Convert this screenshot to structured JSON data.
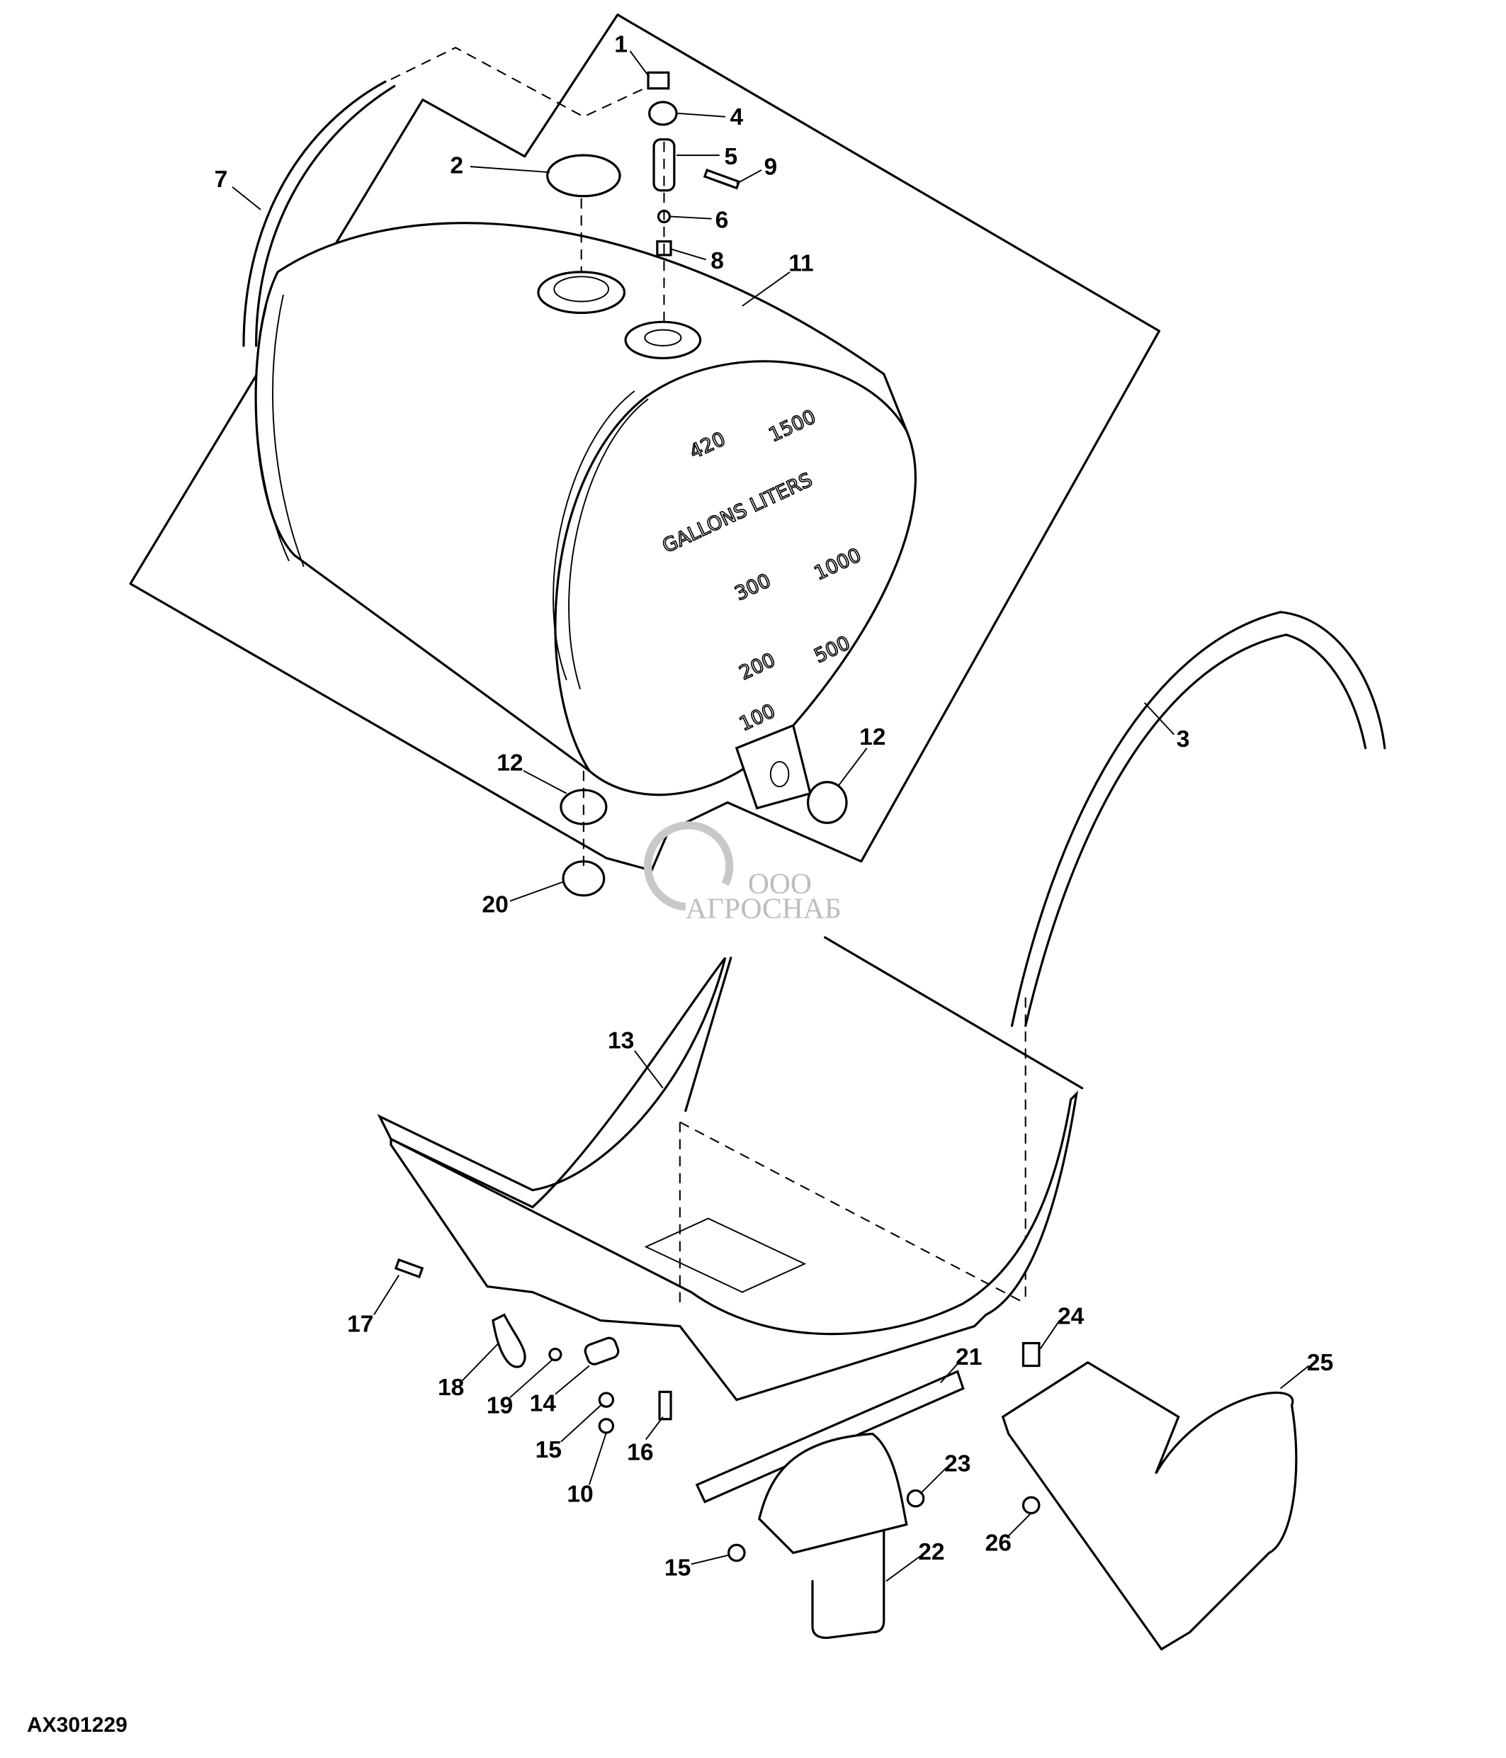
{
  "figure_id": "AX301229",
  "watermark": {
    "prefix": "ООО",
    "name": "АГРОСНАБ"
  },
  "tank_markings": {
    "units": "GALLONS LITERS",
    "gallons": [
      "420",
      "300",
      "200",
      "100"
    ],
    "liters": [
      "1500",
      "1000",
      "500"
    ]
  },
  "callouts": [
    "1",
    "2",
    "3",
    "4",
    "5",
    "6",
    "7",
    "8",
    "9",
    "10",
    "11",
    "12",
    "12",
    "13",
    "14",
    "15",
    "15",
    "16",
    "17",
    "18",
    "19",
    "20",
    "21",
    "22",
    "23",
    "24",
    "25",
    "26"
  ]
}
